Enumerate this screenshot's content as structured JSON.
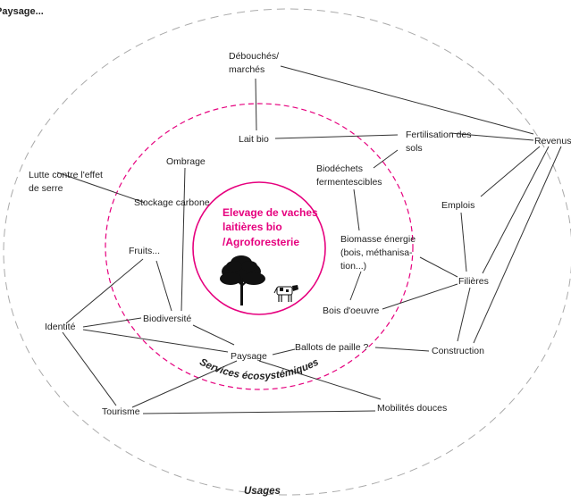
{
  "title": "Paysage...",
  "center": {
    "lines": [
      "Elevage de vaches",
      "laitières bio",
      "/Agroforesterie"
    ]
  },
  "rings": {
    "inner_label": "Services écosystémiques",
    "outer_label": "Usages"
  },
  "colors": {
    "accent": "#e6007e",
    "outer_ring": "#aaaaaa",
    "lines": "#333333"
  },
  "nodes": {
    "debouches": [
      "Débouchés/",
      "marchés"
    ],
    "lait_bio": [
      "Lait bio"
    ],
    "fertilisation": [
      "Fertilisation des",
      "sols"
    ],
    "revenus": [
      "Revenus"
    ],
    "ombrage": [
      "Ombrage"
    ],
    "biodechets": [
      "Biodéchets",
      "fermentescibles"
    ],
    "lutte": [
      "Lutte contre l'effet",
      "de serre"
    ],
    "stockage": [
      "Stockage carbone"
    ],
    "emplois": [
      "Emplois"
    ],
    "biomasse": [
      "Biomasse énergie",
      "(bois, méthanisa-",
      "tion...)"
    ],
    "fruits": [
      "Fruits..."
    ],
    "filieres": [
      "Filières"
    ],
    "bois_oeuvre": [
      "Bois d'oeuvre"
    ],
    "identite": [
      "Identité"
    ],
    "biodiversite": [
      "Biodiversité"
    ],
    "ballots": [
      "Ballots de paille ?"
    ],
    "construction": [
      "Construction"
    ],
    "paysage": [
      "Paysage"
    ],
    "tourisme": [
      "Tourisme"
    ],
    "mobilites": [
      "Mobilités douces"
    ]
  }
}
